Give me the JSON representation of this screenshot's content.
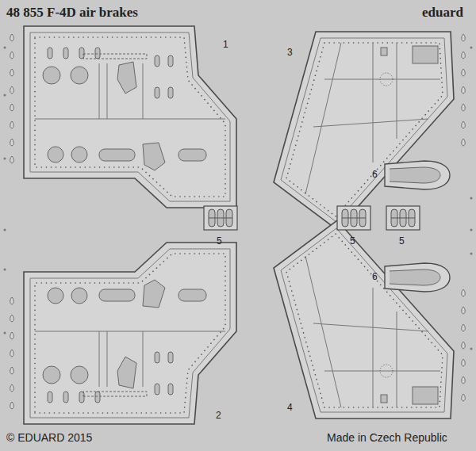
{
  "diagram": {
    "title": "48 855 F-4D air brakes",
    "labels": [
      "eduard",
      "1",
      "3",
      "6",
      "5",
      "5",
      "5",
      "6",
      "4",
      "2",
      "© EDUARD 2015",
      "Made in Czech Republic"
    ]
  }
}
